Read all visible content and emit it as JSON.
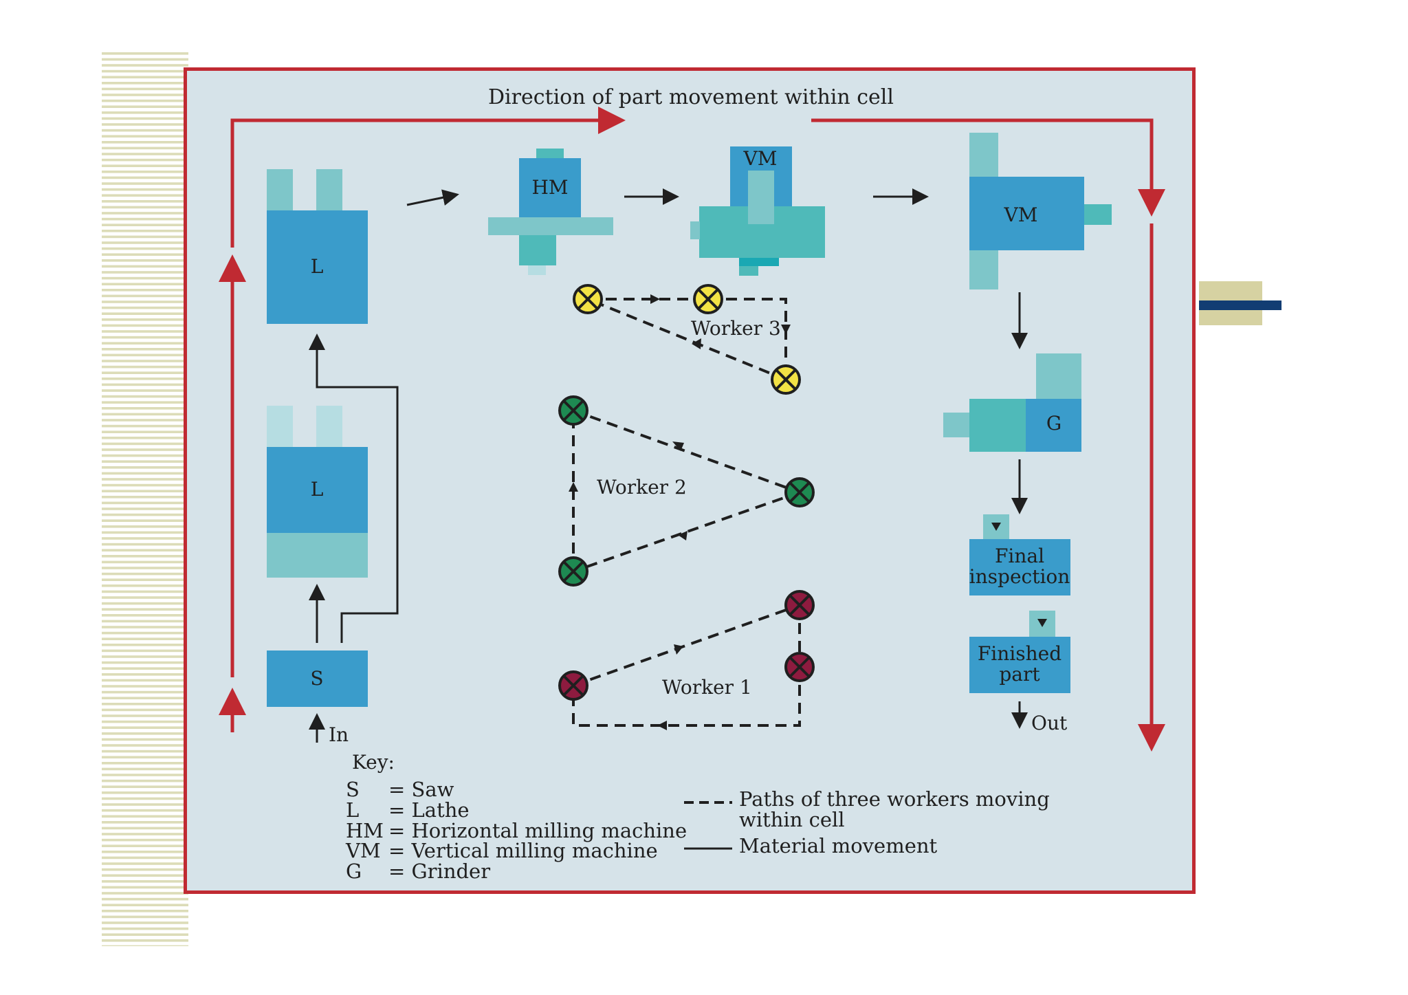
{
  "title": "Direction of part movement within cell",
  "machines": {
    "lathe_top": "L",
    "lathe_bottom": "L",
    "saw": "S",
    "hm": "HM",
    "vm_center": "VM",
    "vm_right": "VM",
    "grinder": "G",
    "final_inspection": [
      "Final",
      "inspection"
    ],
    "finished_part": [
      "Finished",
      "part"
    ]
  },
  "io": {
    "in": "In",
    "out": "Out"
  },
  "workers": {
    "worker1": "Worker 1",
    "worker2": "Worker 2",
    "worker3": "Worker 3"
  },
  "key": {
    "heading": "Key:",
    "items": [
      {
        "abbr": "S",
        "desc": "= Saw"
      },
      {
        "abbr": "L",
        "desc": "= Lathe"
      },
      {
        "abbr": "HM",
        "desc": "= Horizontal milling machine"
      },
      {
        "abbr": "VM",
        "desc": "= Vertical milling machine"
      },
      {
        "abbr": "G",
        "desc": "= Grinder"
      }
    ],
    "paths_legend": [
      "Paths of three workers moving",
      "within cell"
    ],
    "material_legend": "Material movement"
  },
  "colors": {
    "frame": "#c02a32",
    "background": "#d6e3e9",
    "machine_dark": "#3a9ccb",
    "machine_light": "#7ec6c9",
    "machine_teal": "#4fbab9",
    "worker1": "#8e1b3f",
    "worker2": "#1e8a52",
    "worker3": "#f3e245"
  }
}
